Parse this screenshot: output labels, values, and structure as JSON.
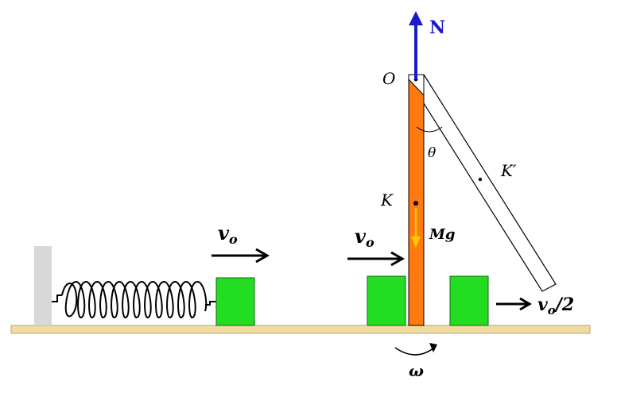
{
  "labels": {
    "normal_force": "N",
    "pivot": "O",
    "angle": "θ",
    "center_mass": "K",
    "center_mass_rotated": "K′",
    "weight": "Mg",
    "velocity_left": "v",
    "velocity_left_sub": "o",
    "velocity_mid": "v",
    "velocity_mid_sub": "o",
    "velocity_right": "v",
    "velocity_right_sub": "o",
    "velocity_right_suffix": "/2",
    "angular_velocity": "ω"
  },
  "colors": {
    "ground": "#f0dca0",
    "ground_border": "#b8a470",
    "wall": "#d8d8d8",
    "block": "#22dd22",
    "block_border": "#116611",
    "rod": "#ff7a10",
    "normal_arrow": "#1a1acc",
    "weight_arrow": "#ffcc00",
    "ink": "#000000"
  }
}
